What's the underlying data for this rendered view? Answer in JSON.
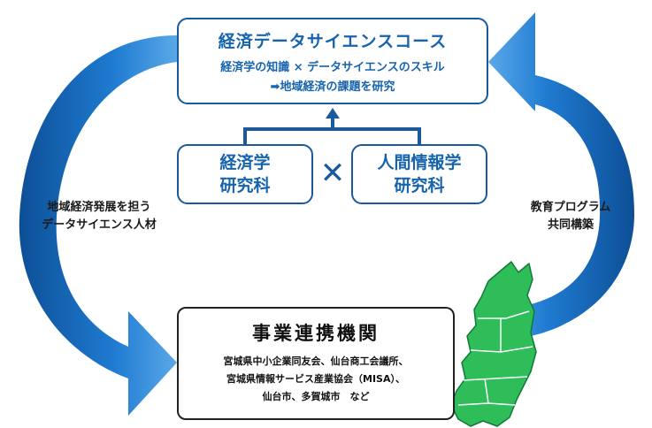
{
  "top_box": {
    "title": "経済データサイエンスコース",
    "subtitle": "経済学の知識 × データサイエンスのスキル",
    "subtitle2": "➡地域経済の課題を研究"
  },
  "left_school": {
    "line1": "経済学",
    "line2": "研究科"
  },
  "right_school": {
    "line1": "人間情報学",
    "line2": "研究科"
  },
  "times_symbol": "✕",
  "left_label": {
    "line1": "地域経済発展を担う",
    "line2": "データサイエンス人材"
  },
  "right_label": {
    "line1": "教育プログラム",
    "line2": "共同構築"
  },
  "bottom_box": {
    "title": "事業連携機関",
    "lines": [
      "宮城県中小企業同友会、仙台商工会議所、",
      "宮城県情報サービス産業協会（MISA）、",
      "仙台市、多賀城市　など"
    ]
  },
  "colors": {
    "arrow_blue": "#1a6fc0",
    "box_border": "#1a5a9c",
    "title_text": "#1663ae",
    "map_green": "#2ebd58"
  },
  "icons": {
    "map": "tohoku-region-map-icon"
  }
}
